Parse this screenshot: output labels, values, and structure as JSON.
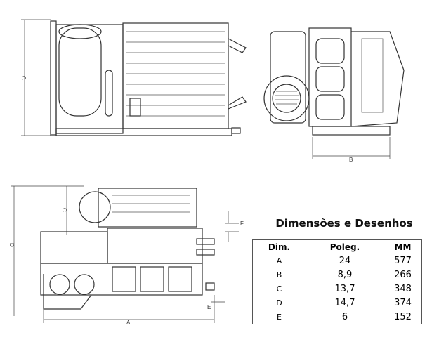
{
  "drawing_labels": {
    "top_left_c": "C",
    "top_right_b": "B",
    "bottom_d": "D",
    "bottom_c": "C",
    "bottom_f": "F",
    "bottom_e": "E",
    "bottom_a": "A"
  },
  "title": "Dimensões  e Desenhos",
  "table": {
    "headers": [
      "Dim.",
      "Poleg.",
      "MM"
    ],
    "rows": [
      [
        "A",
        "24",
        "577"
      ],
      [
        "B",
        "8,9",
        "266"
      ],
      [
        "C",
        "13,7",
        "348"
      ],
      [
        "D",
        "14,7",
        "374"
      ],
      [
        "E",
        "6",
        "152"
      ]
    ]
  }
}
